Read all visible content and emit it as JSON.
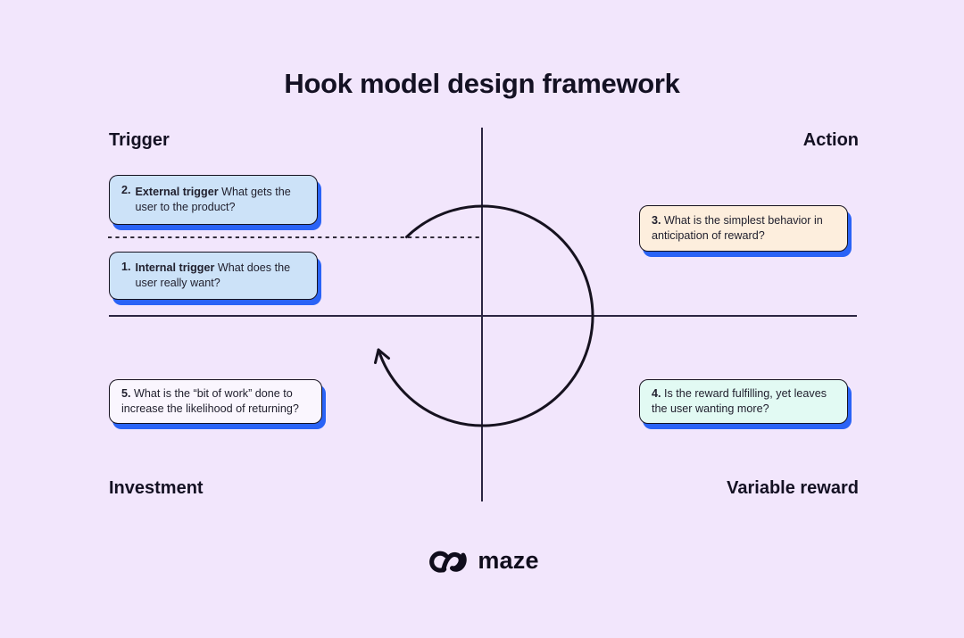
{
  "title": "Hook model design framework",
  "quadrants": {
    "top_left": "Trigger",
    "top_right": "Action",
    "bottom_left": "Investment",
    "bottom_right": "Variable reward"
  },
  "cards": [
    {
      "number": "2.",
      "lead": "External trigger",
      "text": "What gets the user to the product?"
    },
    {
      "number": "1.",
      "lead": "Internal trigger",
      "text": "What does the user really want?"
    },
    {
      "number": "3.",
      "text": "What is the simplest behavior in anticipation of reward?"
    },
    {
      "number": "4.",
      "text": "Is the reward fulfilling, yet leaves the user wanting more?"
    },
    {
      "number": "5.",
      "text": "What is the “bit of work” done to increase the likelihood of returning?"
    }
  ],
  "logo": {
    "wordmark": "maze"
  },
  "colors": {
    "background": "#f2e6fc",
    "card_blue": "#cce2f8",
    "card_cream": "#fdeedd",
    "card_mint": "#e2faf3",
    "card_offwhite": "#faf6fe",
    "shadow_blue": "#2a63f6",
    "line_black": "#16121f",
    "axis_dark": "#2b2542",
    "text_dark": "#1b1928"
  }
}
